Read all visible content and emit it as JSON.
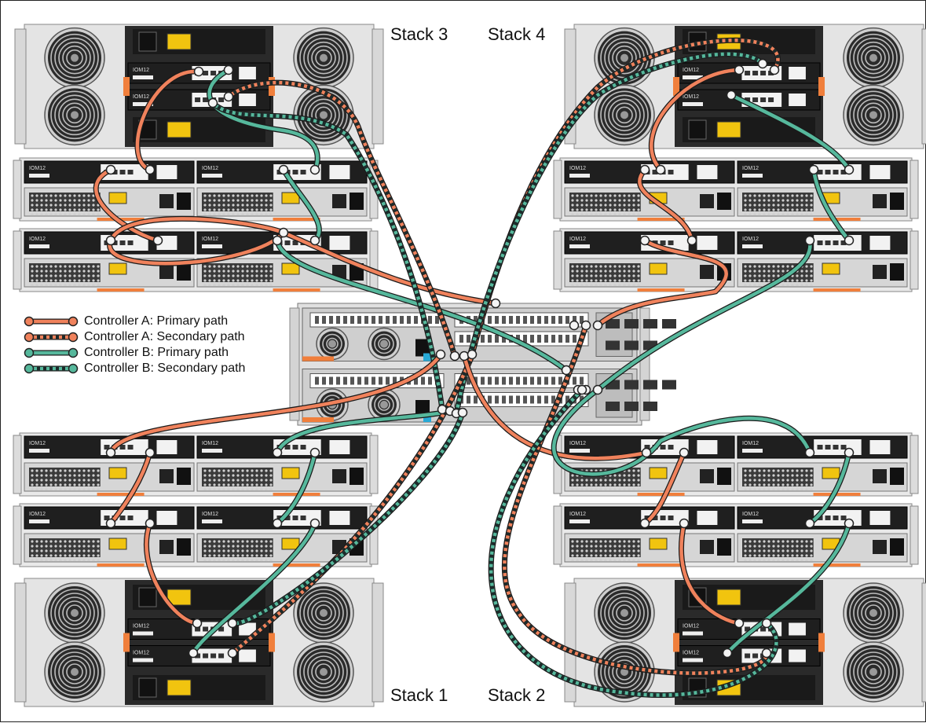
{
  "stacks": {
    "stack1": "Stack 1",
    "stack2": "Stack 2",
    "stack3": "Stack 3",
    "stack4": "Stack 4"
  },
  "legend": [
    {
      "label": "Controller A: Primary path",
      "color": "#f0825c",
      "style": "solid"
    },
    {
      "label": "Controller A: Secondary path",
      "color": "#f0825c",
      "style": "dashed"
    },
    {
      "label": "Controller B: Primary path",
      "color": "#56b89c",
      "style": "solid"
    },
    {
      "label": "Controller B: Secondary path",
      "color": "#56b89c",
      "style": "dashed"
    }
  ],
  "module_label": "IOM12",
  "colors": {
    "controller_a": "#f0825c",
    "controller_b": "#56b89c",
    "dash": "#1c2a2a",
    "chassis": "#e9e9e9",
    "module": "#1f1f1f"
  }
}
